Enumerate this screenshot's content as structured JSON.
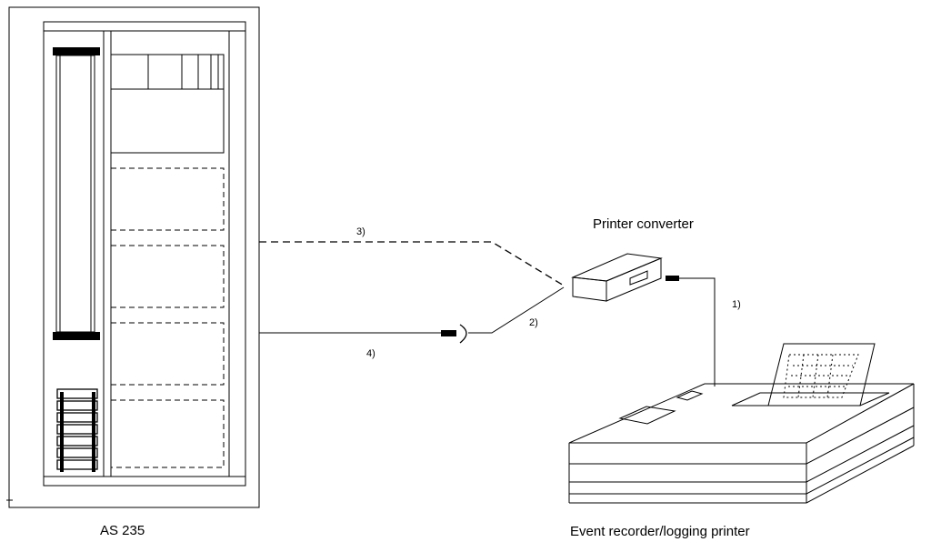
{
  "labels": {
    "cabinet": "AS 235",
    "printer_converter": "Printer converter",
    "printer": "Event recorder/logging printer",
    "line_1": "1)",
    "line_2": "2)",
    "line_3": "3)",
    "line_4": "4)"
  },
  "connections": [
    {
      "label": "1)",
      "from": "Printer converter",
      "to": "Event recorder/logging printer",
      "style": "solid"
    },
    {
      "label": "2)",
      "from": "connector",
      "to": "Printer converter",
      "style": "solid"
    },
    {
      "label": "3)",
      "from": "AS 235",
      "to": "Printer converter",
      "style": "dashed"
    },
    {
      "label": "4)",
      "from": "AS 235",
      "to": "connector",
      "style": "solid"
    }
  ]
}
